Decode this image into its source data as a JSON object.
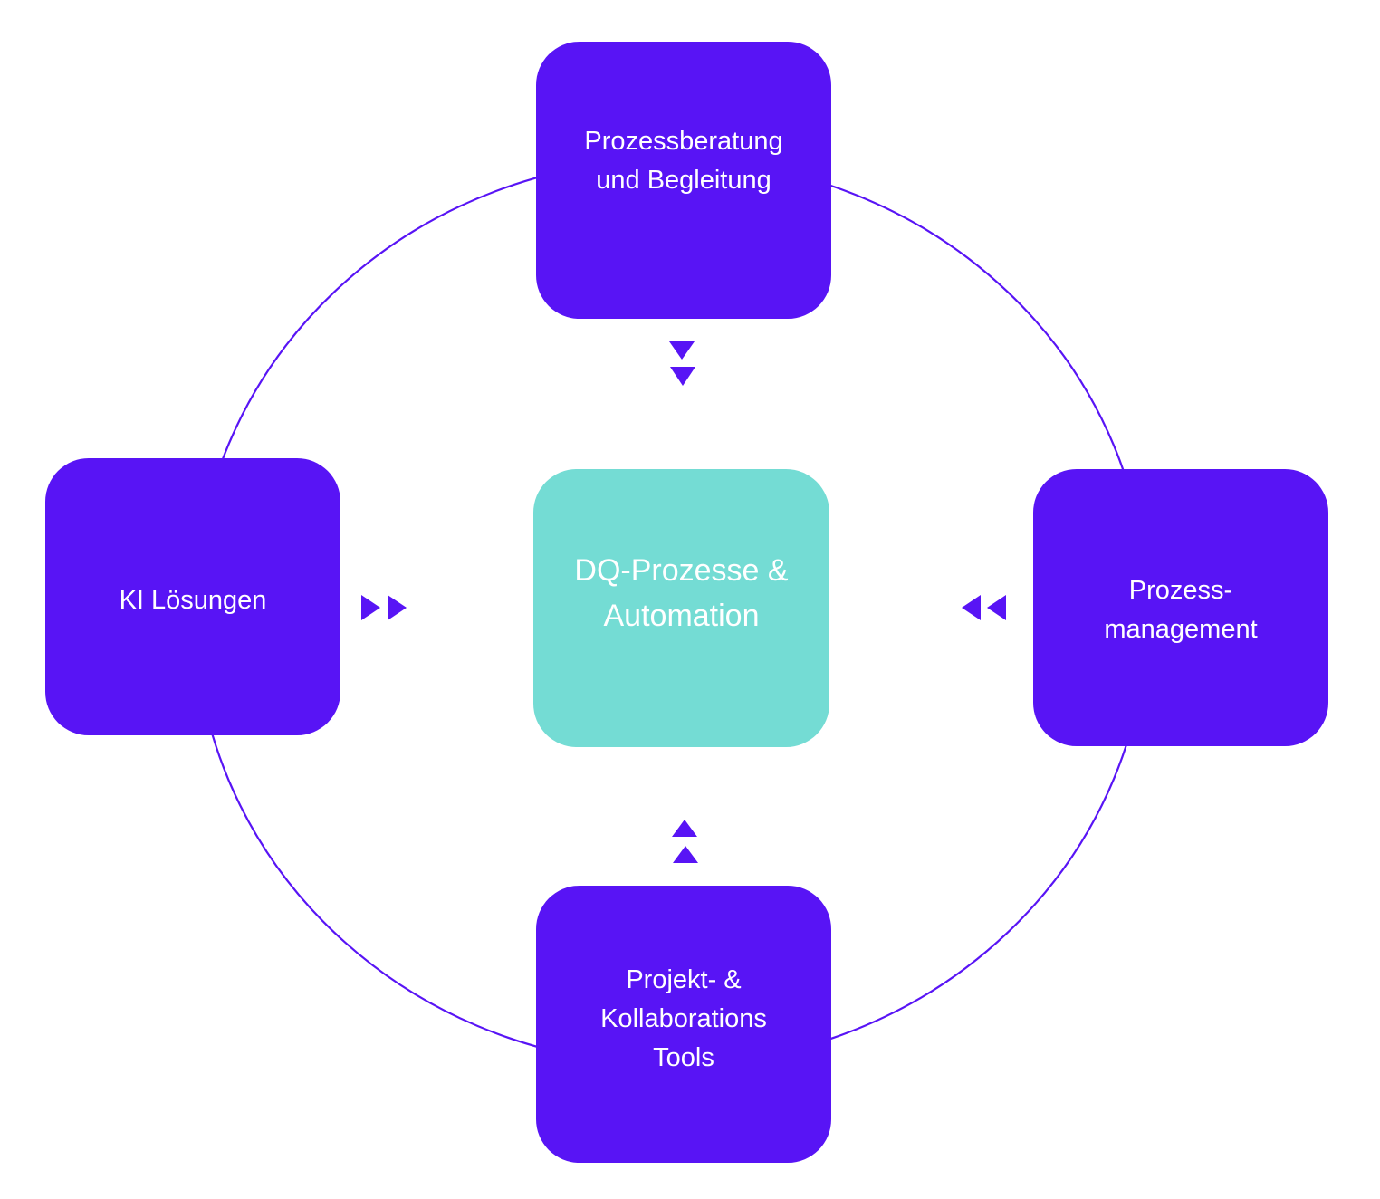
{
  "diagram": {
    "title": "DQ-Prozesse & Automation",
    "colors": {
      "primary": "#5814f5",
      "center": "#74dcd4",
      "ring": "#5814f5",
      "text": "#ffffff",
      "background": "#ffffff"
    },
    "center_node": {
      "label": "DQ-Prozesse  &\nAutomation"
    },
    "nodes": [
      {
        "id": "top",
        "label": "Prozessberatung\nund Begleitung",
        "arrow_direction": "down"
      },
      {
        "id": "right",
        "label": "Prozess-\nmanagement",
        "arrow_direction": "left"
      },
      {
        "id": "bottom",
        "label": "Projekt-  &\nKollaborations\nTools",
        "arrow_direction": "up"
      },
      {
        "id": "left",
        "label": "KI Lösungen",
        "arrow_direction": "right"
      }
    ],
    "connector_icon": "double-triangle-arrow"
  }
}
